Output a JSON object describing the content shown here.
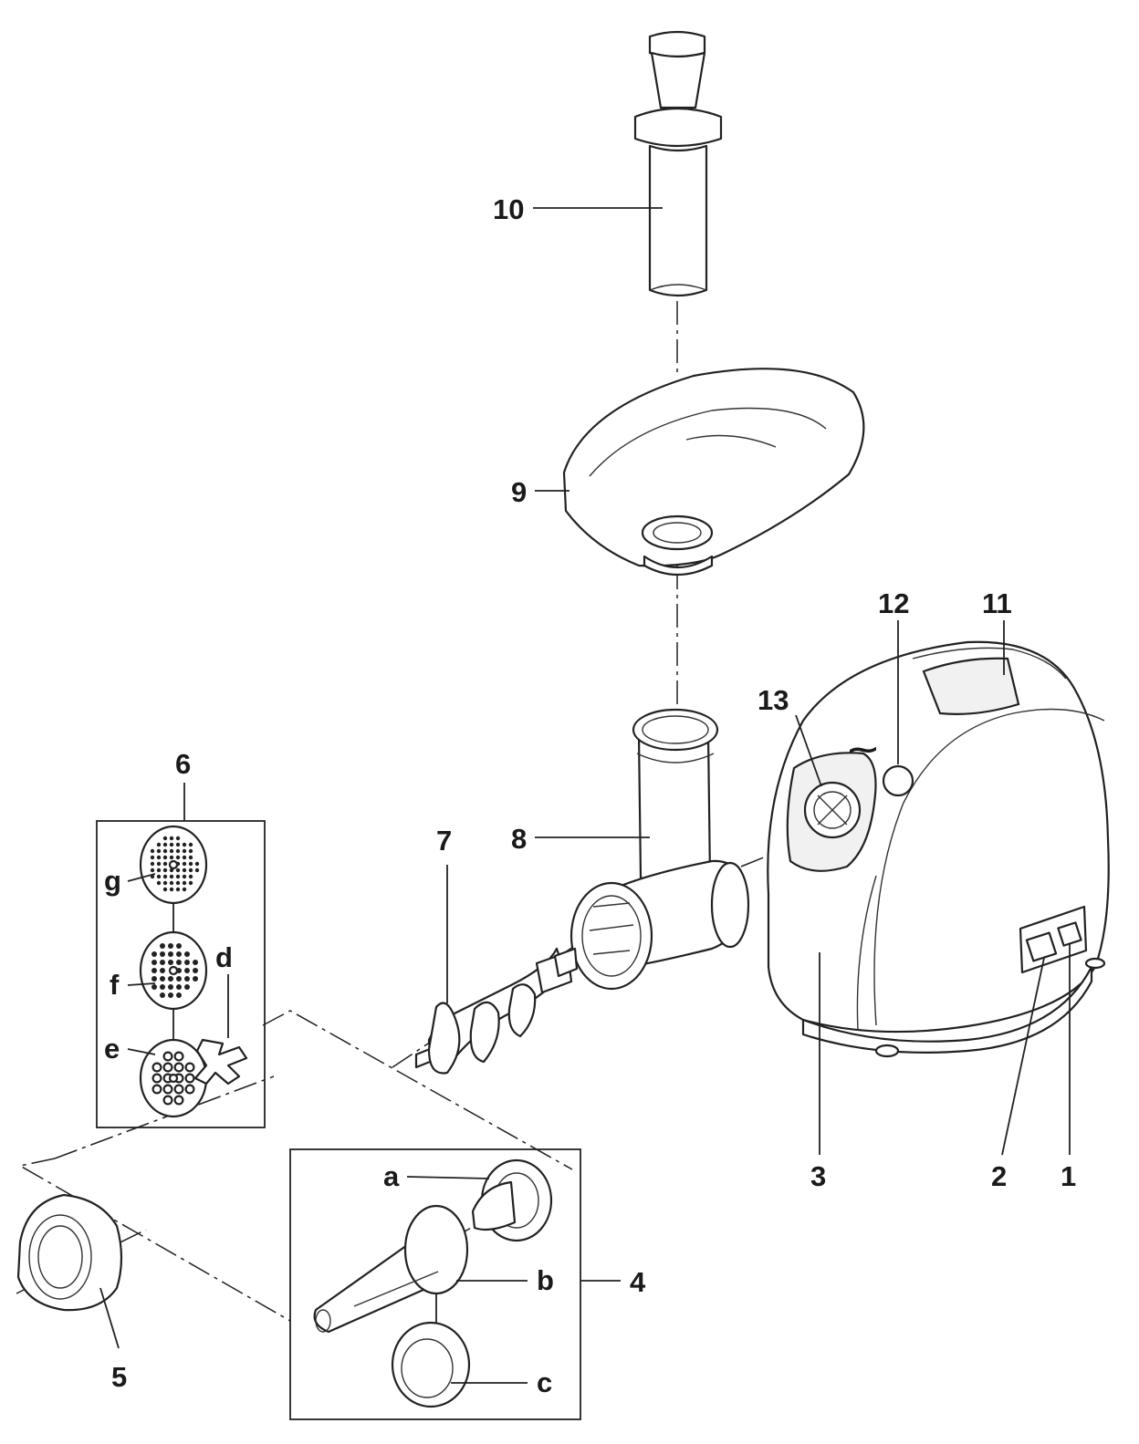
{
  "labels": {
    "1": "1",
    "2": "2",
    "3": "3",
    "4": "4",
    "5": "5",
    "6": "6",
    "7": "7",
    "8": "8",
    "9": "9",
    "10": "10",
    "11": "11",
    "12": "12",
    "13": "13",
    "a": "a",
    "b": "b",
    "c": "c",
    "d": "d",
    "e": "e",
    "f": "f",
    "g": "g"
  }
}
